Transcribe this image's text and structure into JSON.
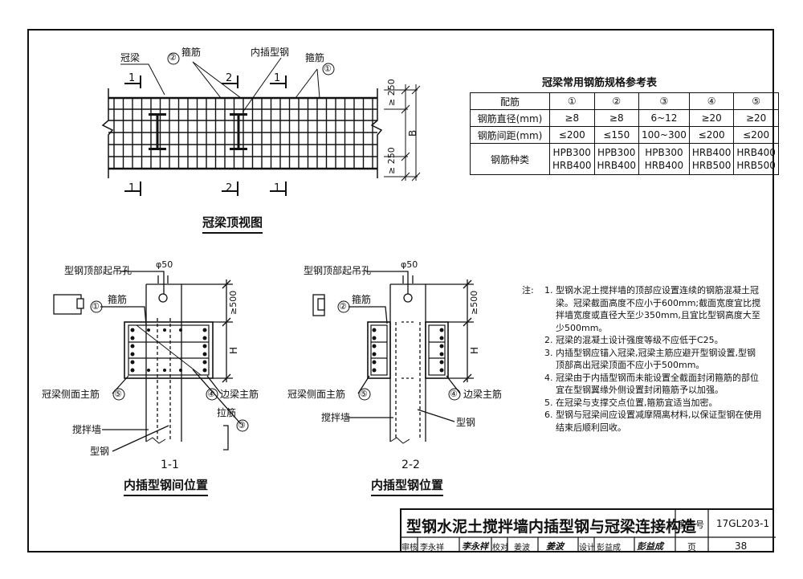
{
  "top_view": {
    "label_crown_beam": "冠梁",
    "label_stirrup_left": "箍筋",
    "label_stirrup_right": "箍筋",
    "label_steel": "内插型钢",
    "marker_2": "②",
    "marker_1": "①",
    "dim_250_top": "≥ 250",
    "dim_b": "B",
    "dim_250_bottom": "≥ 250",
    "section_1_top_a": "1",
    "section_2_top": "2",
    "section_1_top_b": "1",
    "section_1_bot_a": "1",
    "section_2_bot": "2",
    "section_1_bot_b": "1",
    "title": "冠梁顶视图"
  },
  "spec_table": {
    "title": "冠梁常用钢筋规格参考表",
    "headers": [
      "配筋",
      "①",
      "②",
      "③",
      "④",
      "⑤"
    ],
    "rows": [
      {
        "label": "钢筋直径(mm)",
        "values": [
          "≥8",
          "≥8",
          "6~12",
          "≥20",
          "≥20"
        ]
      },
      {
        "label": "钢筋间距(mm)",
        "values": [
          "≤200",
          "≤150",
          "100~300",
          "≤200",
          "≤200"
        ]
      },
      {
        "label": "钢筋种类",
        "values": [
          "HPB300 HRB400",
          "HPB300 HRB400",
          "HPB300 HRB400",
          "HRB400 HRB500",
          "HRB400 HRB500"
        ]
      }
    ]
  },
  "section_1": {
    "hole_label": "型钢顶部起吊孔",
    "dia": "φ50",
    "marker_1": "①",
    "stirrup": "箍筋",
    "dim_500": "≥500",
    "dim_h": "H",
    "side_main": "冠梁侧面主筋",
    "marker_5": "⑤",
    "marker_4": "④",
    "edge_main": "边梁主筋",
    "tie": "拉筋",
    "marker_3": "③",
    "wall": "搅拌墙",
    "steel": "型钢",
    "sec_no": "1-1",
    "title": "内插型钢间位置"
  },
  "section_2": {
    "hole_label": "型钢顶部起吊孔",
    "dia": "φ50",
    "marker_2": "②",
    "stirrup": "箍筋",
    "dim_500": "≥500",
    "dim_h": "H",
    "side_main": "冠梁侧面主筋",
    "marker_5": "⑤",
    "marker_4": "④",
    "edge_main": "边梁主筋",
    "wall": "搅拌墙",
    "steel": "型钢",
    "sec_no": "2-2",
    "title": "内插型钢位置"
  },
  "notes": {
    "prefix": "注:",
    "items": [
      {
        "n": "1.",
        "text": "型钢水泥土搅拌墙的顶部应设置连续的钢筋混凝土冠梁。冠梁截面高度不应小于600mm;截面宽度宜比搅拌墙宽度或直径大至少350mm,且宜比型钢高度大至少500mm。"
      },
      {
        "n": "2.",
        "text": "冠梁的混凝土设计强度等级不应低于C25。"
      },
      {
        "n": "3.",
        "text": "内插型钢应锚入冠梁,冠梁主筋应避开型钢设置,型钢顶部高出冠梁顶面不应小于500mm。"
      },
      {
        "n": "4.",
        "text": "冠梁由于内插型钢而未能设置全截面封闭箍筋的部位宜在型钢翼缘外侧设置封闭箍筋予以加强。"
      },
      {
        "n": "5.",
        "text": "在冠梁与支撑交点位置,箍筋宜适当加密。"
      },
      {
        "n": "6.",
        "text": "型钢与冠梁间应设置减摩隔离材料,以保证型钢在使用结束后顺利回收。"
      }
    ]
  },
  "title_block": {
    "main_title": "型钢水泥土搅拌墙内插型钢与冠梁连接构造",
    "atlas_label": "图集号",
    "atlas_no": "17GL203-1",
    "review_label": "审核",
    "reviewer": "李永祥",
    "reviewer_sig": "李永祥",
    "check_label": "校对",
    "checker": "姜波",
    "checker_sig": "姜波",
    "design_label": "设计",
    "designer": "彭益成",
    "designer_sig": "彭益成",
    "page_label": "页",
    "page_no": "38"
  }
}
